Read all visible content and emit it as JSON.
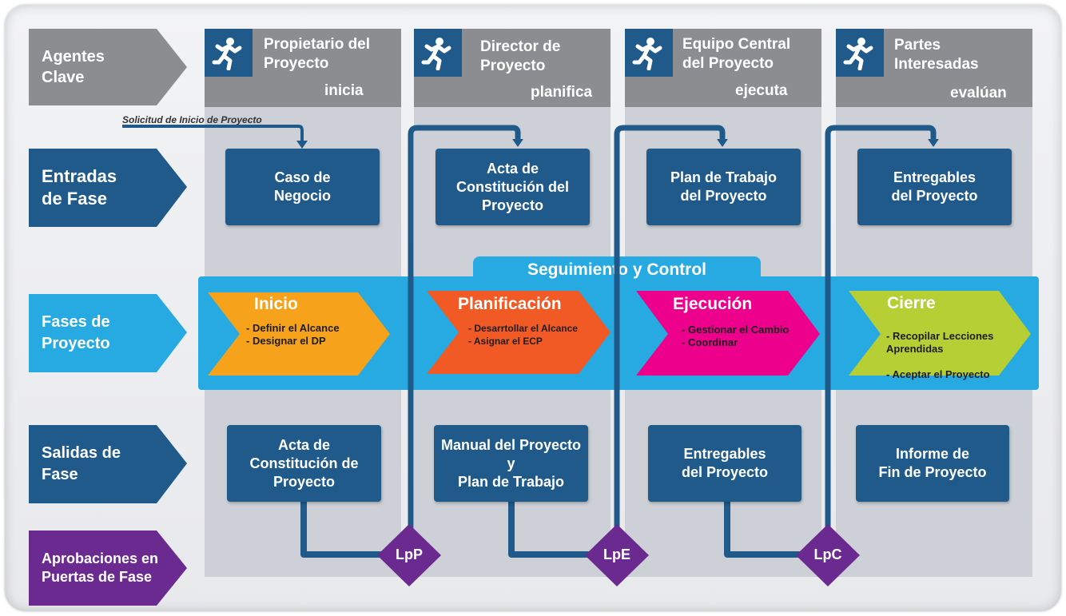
{
  "row_labels": {
    "agents": "Agentes\nClave",
    "inputs": "Entradas\nde Fase",
    "phases": "Fases de\nProyecto",
    "outputs": "Salidas  de\nFase",
    "approvals": "Aprobaciones en\nPuertas de Fase"
  },
  "agents": [
    {
      "name": "Propietario del\nProyecto",
      "verb": "inicia"
    },
    {
      "name": "Director de\nProyecto",
      "verb": "planifica"
    },
    {
      "name": "Equipo Central\ndel Proyecto",
      "verb": "ejecuta"
    },
    {
      "name": "Partes\nInteresadas",
      "verb": "evalúan"
    }
  ],
  "initial_input_note": "Solicitud de Inicio de Proyecto",
  "inputs": [
    "Caso de\nNegocio",
    "Acta de\nConstitución del\nProyecto",
    "Plan de Trabajo\ndel Proyecto",
    "Entregables\ndel Proyecto"
  ],
  "monitoring_label": "Seguimiento y Control",
  "phases": [
    {
      "title": "Inicio",
      "tasks": [
        "Definir el Alcance",
        "Designar el DP"
      ],
      "color": "#f7a21b"
    },
    {
      "title": "Planificación",
      "tasks": [
        "Desarrtollar el Alcance",
        "Asignar el ECP"
      ],
      "color": "#f15a24"
    },
    {
      "title": "Ejecución",
      "tasks": [
        "Gestionar el Cambio",
        "Coordinar"
      ],
      "color": "#ec008c"
    },
    {
      "title": "Cierre",
      "tasks": [
        "Recopilar Lecciones\nAprendidas",
        "Aceptar el Proyecto"
      ],
      "color": "#b5cf35"
    }
  ],
  "outputs": [
    "Acta de\nConstitución de\nProyecto",
    "Manual del Proyecto\ny\nPlan de Trabajo",
    "Entregables\ndel Proyecto",
    "Informe de\nFin de Proyecto"
  ],
  "gates": [
    "LpP",
    "LpE",
    "LpC"
  ],
  "colors": {
    "dark_blue": "#1f5a8a",
    "light_blue": "#27a9e1",
    "purple": "#6b2a8f",
    "gray": "#8c8d90"
  },
  "icons": {
    "agent": "running-person-icon"
  }
}
